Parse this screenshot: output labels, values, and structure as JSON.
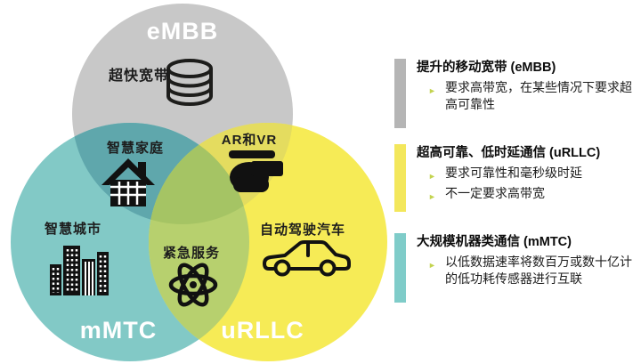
{
  "diagram": {
    "circles": [
      {
        "name": "eMBB",
        "color": "#c8c8c8",
        "label": "eMBB",
        "item": {
          "label": "超快宽带",
          "icon": "database-icon"
        }
      },
      {
        "name": "mMTC",
        "color": "#82c9c6",
        "label": "mMTC",
        "item": {
          "label": "智慧城市",
          "icon": "city-buildings-icon"
        }
      },
      {
        "name": "uRLLC",
        "color": "#f6eb56",
        "label": "uRLLC",
        "item": {
          "label": "自动驾驶汽车",
          "icon": "car-icon"
        }
      }
    ],
    "overlaps": [
      {
        "between": [
          "eMBB",
          "mMTC"
        ],
        "color": "#5fa7ac",
        "item": {
          "label": "智慧家庭",
          "icon": "smart-home-icon"
        }
      },
      {
        "between": [
          "eMBB",
          "uRLLC"
        ],
        "color": "#e4dc5f",
        "item": {
          "label": "AR和VR",
          "icon": "vr-headset-icon"
        }
      },
      {
        "between": [
          "mMTC",
          "uRLLC"
        ],
        "color": "#b7d06e",
        "item": {
          "label": "紧急服务",
          "icon": "atom-icon"
        }
      },
      {
        "between": [
          "eMBB",
          "mMTC",
          "uRLLC"
        ],
        "color": "#a5c464"
      }
    ]
  },
  "panel": {
    "bullet_marker": "►",
    "bullet_color": "#c3d34f",
    "blocks": [
      {
        "bar_color": "#b5b5b5",
        "title": "提升的移动宽带 (eMBB)",
        "bullets": [
          "要求高带宽，在某些情况下要求超高可靠性"
        ]
      },
      {
        "bar_color": "#f3e75c",
        "title": "超高可靠、低时延通信 (uRLLC)",
        "bullets": [
          "要求可靠性和毫秒级时延",
          "不一定要求高带宽"
        ]
      },
      {
        "bar_color": "#7fccc9",
        "title": "大规模机器类通信 (mMTC)",
        "bullets": [
          "以低数据速率将数百万或数十亿计的低功耗传感器进行互联"
        ]
      }
    ]
  }
}
